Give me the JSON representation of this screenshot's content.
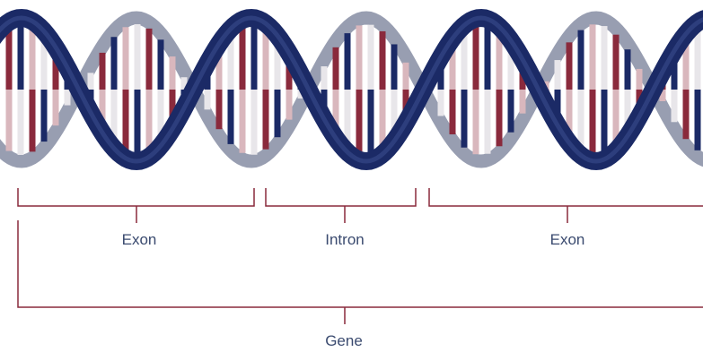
{
  "labels": {
    "exon_1": "Exon",
    "intron": "Intron",
    "exon_2": "Exon",
    "gene": "Gene"
  },
  "colors": {
    "strand_front": "#1b2a66",
    "strand_back": "#8d93a8",
    "rung_red": "#8a2a3c",
    "rung_pink": "#d9b7bd",
    "rung_blue": "#1b2a66",
    "rung_light": "#e8e6ea",
    "bracket": "#8a2a3c",
    "label": "#3a4a6f"
  }
}
